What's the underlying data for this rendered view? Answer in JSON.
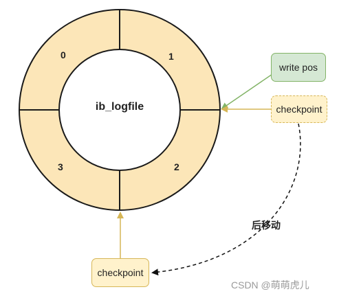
{
  "center_label": "ib_logfile",
  "segments": [
    "0",
    "1",
    "2",
    "3"
  ],
  "write_pos_label": "write pos",
  "checkpoint_right_label": "checkpoint",
  "checkpoint_bottom_label": "checkpoint",
  "move_label": "后移动",
  "watermark": "CSDN @萌萌虎儿",
  "colors": {
    "ring_fill": "#fce6b8",
    "ring_stroke": "#1a1a1a",
    "write_pos_fill": "#d5e8d4",
    "write_pos_stroke": "#82b366",
    "checkpoint_fill": "#fff2cc",
    "checkpoint_stroke": "#d6b656",
    "arrow_green": "#82b366",
    "arrow_gold": "#d6b656"
  }
}
